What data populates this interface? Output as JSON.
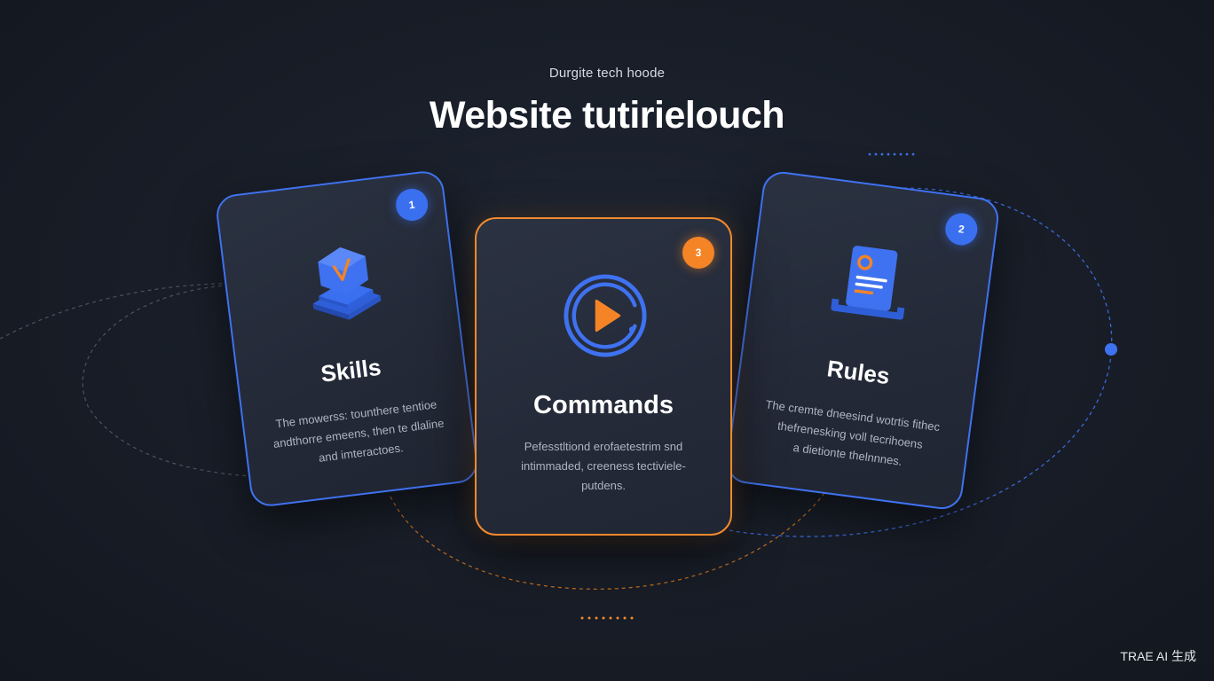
{
  "header": {
    "eyebrow": "Durgite tech hoode",
    "title": "Website tutirielouch"
  },
  "cards": [
    {
      "title": "Skills",
      "badge": "1",
      "icon": "layered-cube-icon",
      "accent": "#3f72f0",
      "description": [
        "The mowerss: tounthere tentioe",
        "andthorre emeens, then te dlaline",
        "and imteractoes."
      ]
    },
    {
      "title": "Commands",
      "badge": "3",
      "icon": "play-circle-icon",
      "accent": "#f08a2e",
      "description": [
        "Pefesstltiond erofaetestrim snd",
        "intimmaded, creeness tectiviele-",
        "putdens."
      ]
    },
    {
      "title": "Rules",
      "badge": "2",
      "icon": "document-on-tray-icon",
      "accent": "#3f72f0",
      "description": [
        "The cremte dneesind wotrtis fithec",
        "thefrenesking voll tecrihoens",
        "a dietionte thelnnnes."
      ]
    }
  ],
  "watermark": "TRAE AI 生成",
  "colors": {
    "background": "#181d27",
    "blue_accent": "#3f72f0",
    "orange_accent": "#f08a2e"
  }
}
